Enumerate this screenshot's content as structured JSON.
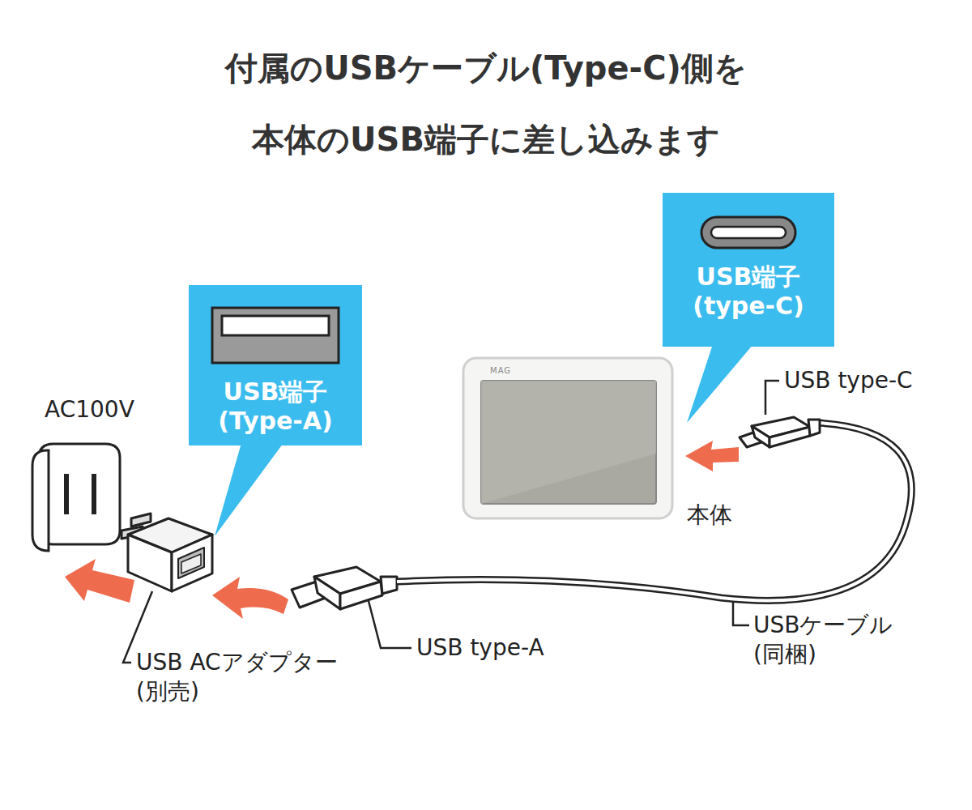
{
  "diagram": {
    "title": "付属のUSBケーブル(Type-C)側を 本体のUSB端子に差し込みます",
    "nodes": [
      {
        "text": [
          "USB端子 (Type-A)"
        ]
      },
      {
        "text": [
          "USB端子 (type-C)"
        ]
      }
    ],
    "labels": [
      "AC100V",
      "USB ACアダプター (別売)",
      "USB type-A",
      "USBケーブル (同梱)",
      "USB type-C",
      "本体",
      "MAG"
    ]
  }
}
